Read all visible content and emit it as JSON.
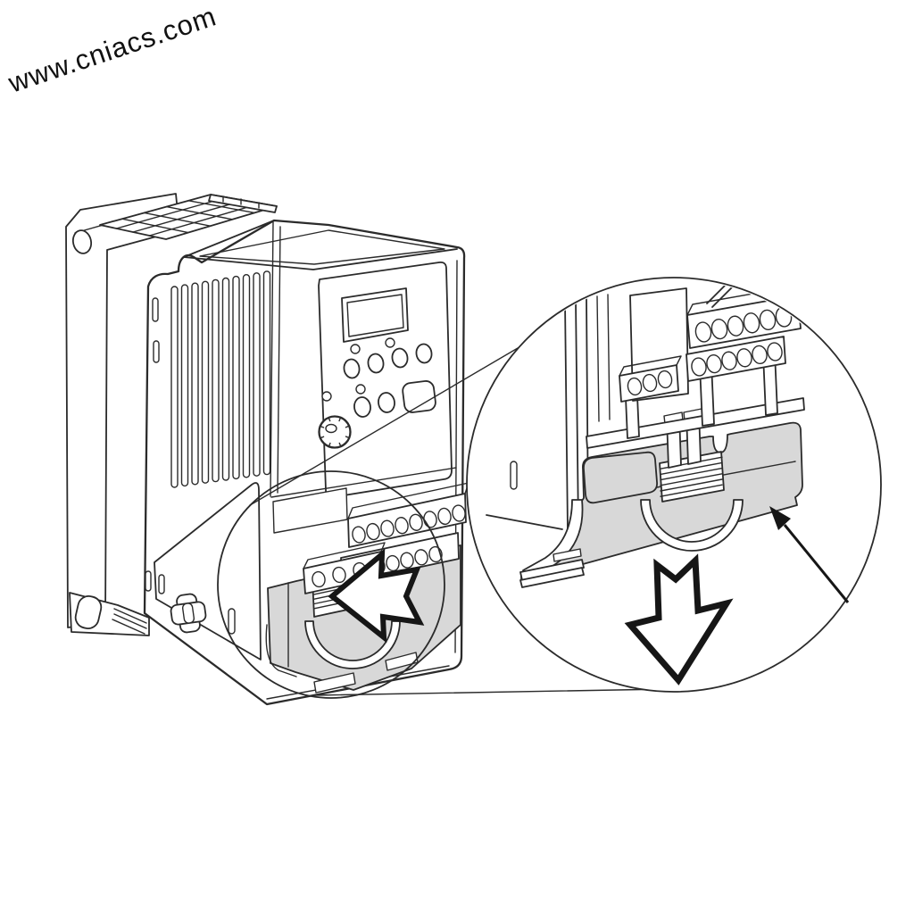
{
  "watermark": {
    "text": "www.cniacs.com"
  },
  "illustration": {
    "subject": "DIN-rail mounting / release instruction drawing of an inverter drive unit",
    "style": "black line art on white with grey DIN rail and magnifier callout",
    "colors": {
      "line": "#2b2b2b",
      "rail_fill": "#d8d8d8",
      "paper": "#ffffff",
      "arrow_outline": "#161616",
      "arrow_fill": "#ffffff",
      "watermark": "#111111"
    },
    "main_unit": {
      "vent_slots": 10,
      "keypad": {
        "oval_buttons_row1": 4,
        "oval_buttons_row2": 2,
        "small_round_leds": 4,
        "rect_button": 1
      },
      "knob_ticks": 8
    },
    "terminals": {
      "main_upper": 8,
      "main_lower": 7,
      "main_small_block": 3,
      "zoom_upper": 6,
      "zoom_lower": 6,
      "zoom_small_block": 3
    },
    "clip_ribs": {
      "main": 6,
      "zoom": 6
    },
    "arrows": [
      {
        "name": "release-direction-small",
        "type": "outlined",
        "direction": "left"
      },
      {
        "name": "release-direction-zoom",
        "type": "outlined",
        "direction": "down"
      },
      {
        "name": "rail-pointer",
        "type": "thin-solid",
        "direction": "up-left"
      }
    ]
  }
}
